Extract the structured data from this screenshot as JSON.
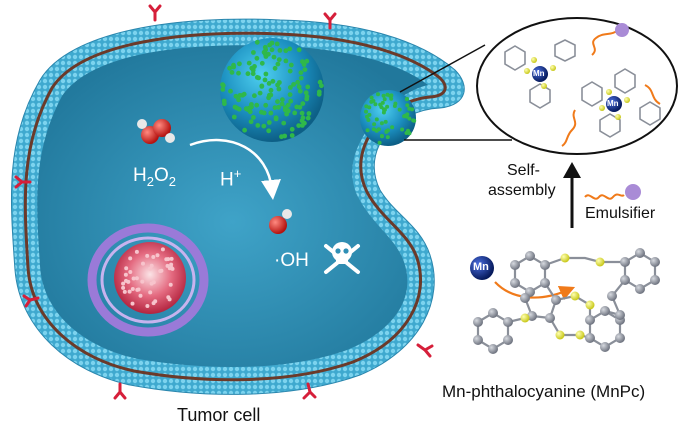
{
  "labels": {
    "h2o2": "H2O2",
    "h2o2_main": "H",
    "h2o2_sub1": "2",
    "h2o2_mid": "O",
    "h2o2_sub2": "2",
    "h_plus_main": "H",
    "h_plus_sup": "+",
    "oh": "·OH",
    "self_assembly_line1": "Self-",
    "self_assembly_line2": "assembly",
    "emulsifier": "Emulsifier",
    "mn_atom": "Mn",
    "mn_inset_1": "Mn",
    "mn_inset_2": "Mn",
    "molecule_caption": "Mn-phthalocyanine (MnPc)",
    "cell_caption": "Tumor cell"
  },
  "colors": {
    "membrane_blue": "#3fa9cf",
    "membrane_dark": "#6b3a2a",
    "cell_interior": "#2f8fb5",
    "nanoparticle_core": "#1b8fc0",
    "nanoparticle_dots": "#2fb84a",
    "oxygen_red": "#d9231f",
    "hydrogen_white": "#e8e8e8",
    "mn_blue": "#0b2a8a",
    "sulfur_yellow": "#e8e83a",
    "carbon_grey": "#8a8f99",
    "emulsifier_orange": "#f07a1a",
    "emulsifier_head": "#a98bd6",
    "nucleus_pink": "#e0506a",
    "er_purple": "#9a7ad8"
  },
  "icons": [
    "skull-crossbones-icon",
    "receptor-icon",
    "arrow-up-icon",
    "curved-arrow-icon"
  ]
}
